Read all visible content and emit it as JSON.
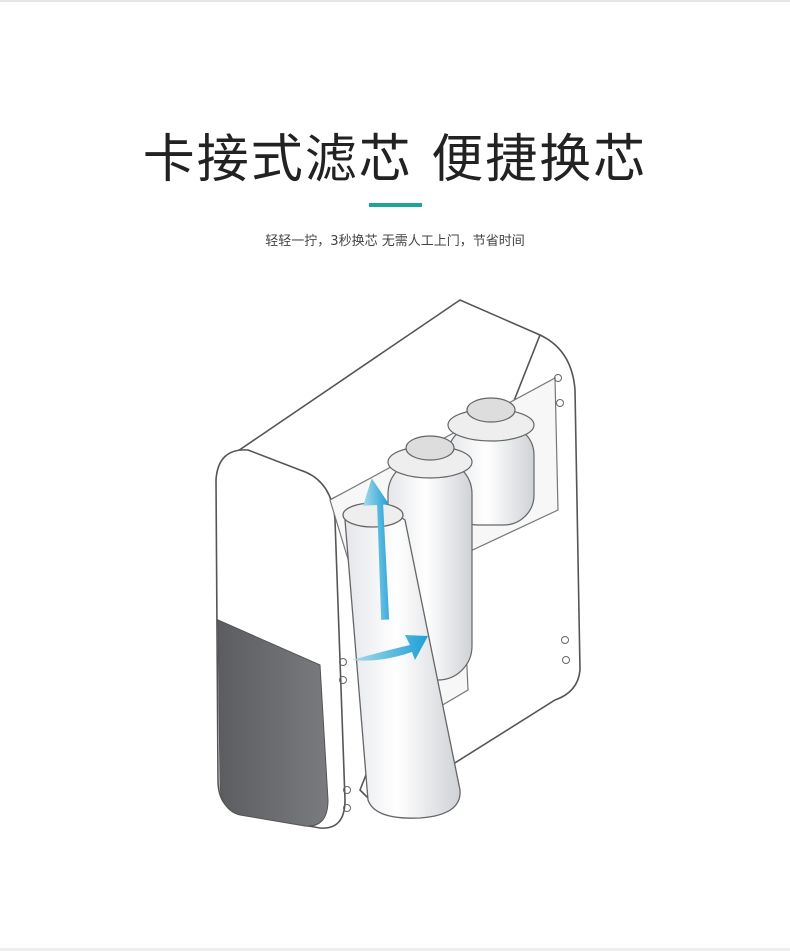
{
  "title": "卡接式滤芯 便捷换芯",
  "subtitle": "轻轻一拧，3秒换芯 无需人工上门，节省时间",
  "colors": {
    "accent": "#1ba39c",
    "arrow": "#2aa3d8",
    "outline": "#555555",
    "dark_panel": "#6a6b6e"
  },
  "illustration": {
    "icon": "water-purifier-filter-replacement"
  }
}
